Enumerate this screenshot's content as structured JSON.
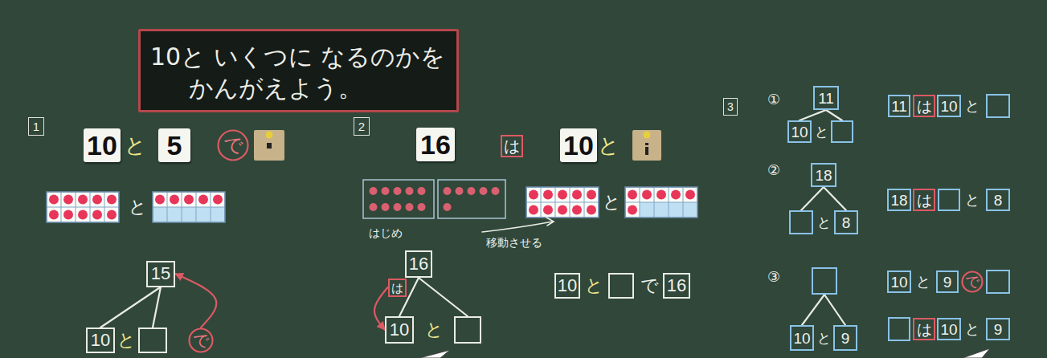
{
  "diagram": {
    "title": "10と いくつに なるのかを かんがえよう。",
    "nodes": [
      {
        "text": [
          "1"
        ]
      },
      {
        "text": [
          "10"
        ]
      },
      {
        "text": [
          "5"
        ]
      },
      {
        "text": [
          "で"
        ]
      },
      {
        "text": [
          "15"
        ]
      },
      {
        "text": [
          "10"
        ]
      },
      {
        "text": []
      },
      {
        "text": [
          "で"
        ]
      },
      {
        "text": [
          "2"
        ]
      },
      {
        "text": [
          "16"
        ]
      },
      {
        "text": [
          "は"
        ]
      },
      {
        "text": [
          "10"
        ]
      },
      {
        "text": [
          "16"
        ]
      },
      {
        "text": [
          "は"
        ]
      },
      {
        "text": [
          "10"
        ]
      },
      {
        "text": []
      },
      {
        "text": [
          "10"
        ]
      },
      {
        "text": []
      },
      {
        "text": [
          "16"
        ]
      },
      {
        "text": [
          "3"
        ]
      },
      {
        "text": [
          "11"
        ]
      },
      {
        "text": [
          "10"
        ]
      },
      {
        "text": []
      },
      {
        "text": [
          "11"
        ]
      },
      {
        "text": [
          "は"
        ]
      },
      {
        "text": [
          "10"
        ]
      },
      {
        "text": []
      },
      {
        "text": [
          "18"
        ]
      },
      {
        "text": []
      },
      {
        "text": [
          "8"
        ]
      },
      {
        "text": [
          "18"
        ]
      },
      {
        "text": [
          "は"
        ]
      },
      {
        "text": []
      },
      {
        "text": [
          "8"
        ]
      },
      {
        "text": []
      },
      {
        "text": [
          "10"
        ]
      },
      {
        "text": [
          "9"
        ]
      },
      {
        "text": [
          "10"
        ]
      },
      {
        "text": [
          "9"
        ]
      },
      {
        "text": [
          "で"
        ]
      },
      {
        "text": []
      },
      {
        "text": []
      },
      {
        "text": [
          "は"
        ]
      },
      {
        "text": [
          "10"
        ]
      },
      {
        "text": [
          "9"
        ]
      }
    ],
    "edges": [
      {
        "from": 4,
        "to": 5,
        "arrow": "none"
      },
      {
        "from": 4,
        "to": 6,
        "arrow": "none"
      },
      {
        "from": 7,
        "to": 4,
        "arrow": "to"
      },
      {
        "from": 12,
        "to": 14,
        "arrow": "none"
      },
      {
        "from": 12,
        "to": 15,
        "arrow": "none"
      },
      {
        "from": 13,
        "to": 14,
        "arrow": "to"
      },
      {
        "from": 20,
        "to": 21,
        "arrow": "none"
      },
      {
        "from": 20,
        "to": 22,
        "arrow": "none"
      },
      {
        "from": 27,
        "to": 28,
        "arrow": "none"
      },
      {
        "from": 27,
        "to": 29,
        "arrow": "none"
      },
      {
        "from": 34,
        "to": 35,
        "arrow": "none"
      },
      {
        "from": 34,
        "to": 36,
        "arrow": "none"
      }
    ],
    "labels": [
      "と",
      "と",
      "と",
      "はじめ",
      "移動させる",
      "と",
      "と",
      "と",
      "と",
      "で",
      "①",
      "と",
      "と",
      "②",
      "と",
      "と",
      "③",
      "と",
      "と",
      "と"
    ]
  }
}
